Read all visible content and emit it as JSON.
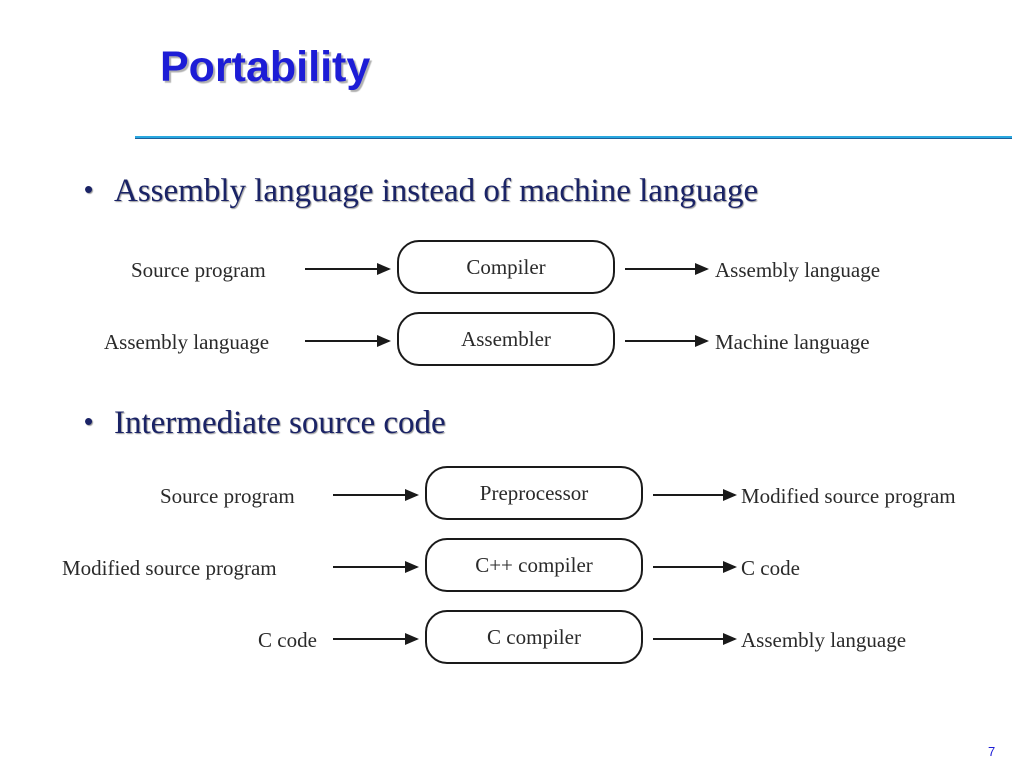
{
  "slide": {
    "title": "Portability",
    "page_number": "7"
  },
  "sections": [
    {
      "bullet": "Assembly language instead of machine language",
      "flows": [
        {
          "input": "Source program",
          "stage": "Compiler",
          "output": "Assembly language"
        },
        {
          "input": "Assembly language",
          "stage": "Assembler",
          "output": "Machine language"
        }
      ]
    },
    {
      "bullet": "Intermediate source code",
      "flows": [
        {
          "input": "Source program",
          "stage": "Preprocessor",
          "output": "Modified source program"
        },
        {
          "input": "Modified source program",
          "stage": "C++ compiler",
          "output": "C code"
        },
        {
          "input": "C code",
          "stage": "C compiler",
          "output": "Assembly language"
        }
      ]
    }
  ],
  "colors": {
    "title": "#1d1dd6",
    "bullet_text": "#1a2366",
    "rule": "#29a8e0"
  },
  "bullet_glyph": "•"
}
